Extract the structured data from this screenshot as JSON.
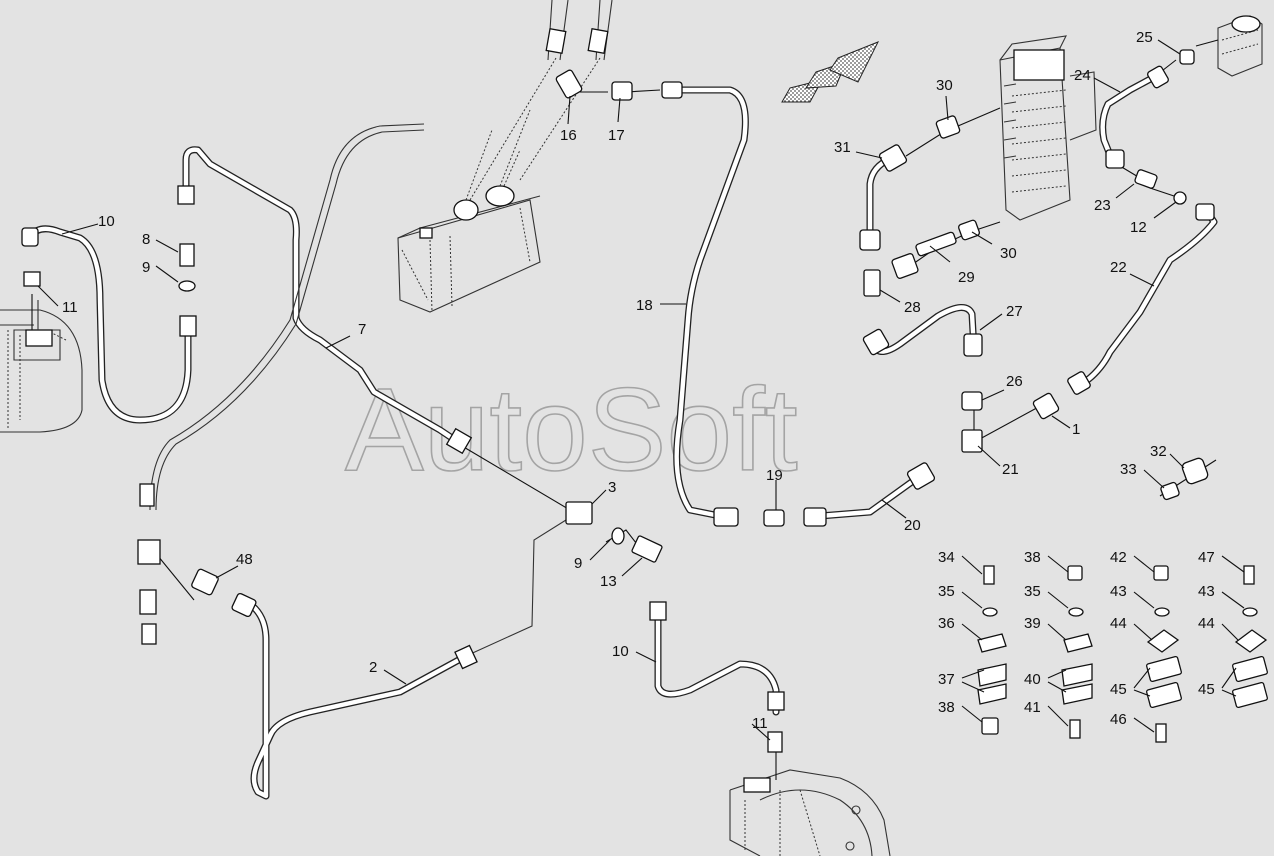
{
  "diagram": {
    "watermark": "AutoSoft",
    "callouts": [
      {
        "id": "c1",
        "text": "1"
      },
      {
        "id": "c2",
        "text": "2"
      },
      {
        "id": "c3",
        "text": "3"
      },
      {
        "id": "c7",
        "text": "7"
      },
      {
        "id": "c8",
        "text": "8"
      },
      {
        "id": "c9a",
        "text": "9"
      },
      {
        "id": "c9b",
        "text": "9"
      },
      {
        "id": "c10a",
        "text": "10"
      },
      {
        "id": "c10b",
        "text": "10"
      },
      {
        "id": "c11a",
        "text": "11"
      },
      {
        "id": "c11b",
        "text": "11"
      },
      {
        "id": "c12",
        "text": "12"
      },
      {
        "id": "c13",
        "text": "13"
      },
      {
        "id": "c16",
        "text": "16"
      },
      {
        "id": "c17",
        "text": "17"
      },
      {
        "id": "c18",
        "text": "18"
      },
      {
        "id": "c19",
        "text": "19"
      },
      {
        "id": "c20",
        "text": "20"
      },
      {
        "id": "c21",
        "text": "21"
      },
      {
        "id": "c22",
        "text": "22"
      },
      {
        "id": "c23",
        "text": "23"
      },
      {
        "id": "c24",
        "text": "24"
      },
      {
        "id": "c25",
        "text": "25"
      },
      {
        "id": "c26",
        "text": "26"
      },
      {
        "id": "c27",
        "text": "27"
      },
      {
        "id": "c28",
        "text": "28"
      },
      {
        "id": "c29",
        "text": "29"
      },
      {
        "id": "c30a",
        "text": "30"
      },
      {
        "id": "c30b",
        "text": "30"
      },
      {
        "id": "c31",
        "text": "31"
      },
      {
        "id": "c32",
        "text": "32"
      },
      {
        "id": "c33",
        "text": "33"
      },
      {
        "id": "c48",
        "text": "48"
      },
      {
        "id": "k34",
        "text": "34"
      },
      {
        "id": "k35a",
        "text": "35"
      },
      {
        "id": "k36",
        "text": "36"
      },
      {
        "id": "k37",
        "text": "37"
      },
      {
        "id": "k38a",
        "text": "38"
      },
      {
        "id": "k38b",
        "text": "38"
      },
      {
        "id": "k35b",
        "text": "35"
      },
      {
        "id": "k39",
        "text": "39"
      },
      {
        "id": "k40",
        "text": "40"
      },
      {
        "id": "k41",
        "text": "41"
      },
      {
        "id": "k42",
        "text": "42"
      },
      {
        "id": "k43a",
        "text": "43"
      },
      {
        "id": "k44a",
        "text": "44"
      },
      {
        "id": "k45a",
        "text": "45"
      },
      {
        "id": "k46",
        "text": "46"
      },
      {
        "id": "k47",
        "text": "47"
      },
      {
        "id": "k43b",
        "text": "43"
      },
      {
        "id": "k44b",
        "text": "44"
      },
      {
        "id": "k45b",
        "text": "45"
      }
    ]
  },
  "colors": {
    "background": "#e3e3e3",
    "line": "#222222",
    "watermark": "#8a8a8a"
  }
}
